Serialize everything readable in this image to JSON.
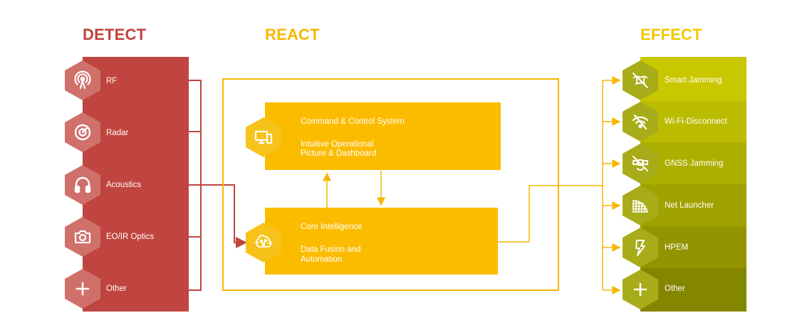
{
  "headings": {
    "detect": "DETECT",
    "react": "REACT",
    "effect": "EFFECT"
  },
  "detect_items": [
    {
      "label": "RF",
      "icon": "rf-signal-icon"
    },
    {
      "label": "Radar",
      "icon": "radar-icon"
    },
    {
      "label": "Acoustics",
      "icon": "headphones-icon"
    },
    {
      "label": "EO/IR Optics",
      "icon": "camera-icon"
    },
    {
      "label": "Other",
      "icon": "plus-icon"
    }
  ],
  "react": {
    "command": {
      "title": "Command & Control System",
      "line1": "Intuitive Operational",
      "line2": "Picture & Dashboard",
      "icon": "devices-icon"
    },
    "core": {
      "title": "Core Intelligence",
      "line1": "Data Fusion and",
      "line2": "Automation",
      "icon": "brain-circuit-icon"
    }
  },
  "effect_items": [
    {
      "label": "Smart Jamming",
      "icon": "drone-off-icon"
    },
    {
      "label": "Wi-Fi-Disconnect",
      "icon": "wifi-off-icon"
    },
    {
      "label": "GNSS Jamming",
      "icon": "satellite-off-icon"
    },
    {
      "label": "Net Launcher",
      "icon": "net-icon"
    },
    {
      "label": "HPEM",
      "icon": "lightning-icon"
    },
    {
      "label": "Other",
      "icon": "plus-icon"
    }
  ],
  "colors": {
    "detect": "#c0443f",
    "react": "#fbbc00",
    "effect_top": "#c8c800",
    "effect_bottom": "#7f8200"
  }
}
